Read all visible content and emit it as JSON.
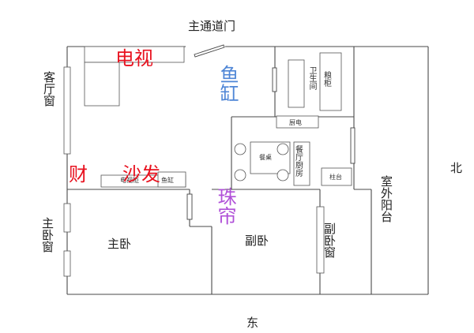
{
  "labels": {
    "main_door": "主通道门",
    "living_window": "客厅窗",
    "master_window": "主卧窗",
    "master_bedroom": "主卧",
    "second_bedroom": "副卧",
    "second_window": "副卧窗",
    "outdoor_balcony": "室外阳台",
    "north": "北",
    "east": "东",
    "bathroom": "卫生间",
    "grain_cabinet": "粮柜",
    "kitchen_appliance": "厨电",
    "dining_table": "餐桌",
    "kitchen": "餐厅厨房",
    "small_cabinet": "柱台",
    "tv_cabinet": "电视柜",
    "fish_tank_small": "鱼缸"
  },
  "annotations": {
    "tv": "电视",
    "fish_tank": "鱼缸",
    "wealth": "财",
    "sofa": "沙发",
    "bead_curtain": "珠帘"
  }
}
